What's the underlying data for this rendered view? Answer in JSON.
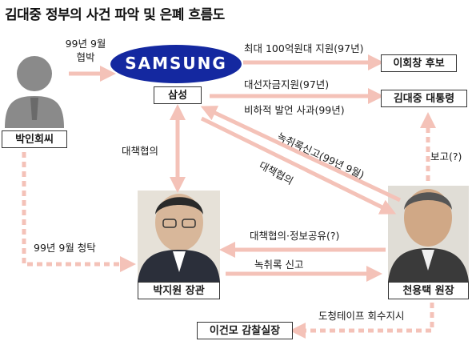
{
  "title": "김대중 정부의 사건 파악 및 은폐 흐름도",
  "nodes": {
    "park_in_hoe": "박인회씨",
    "samsung": "삼성",
    "samsung_logo": "SAMSUNG",
    "lee_hoichang": "이회창 후보",
    "kim_daejung": "김대중 대통령",
    "park_jiwon": "박지원 장관",
    "cheon_yongtaek": "천용택 원장",
    "lee_gunmo": "이건모 감찰실장"
  },
  "edges": {
    "threat_date": "99년 9월",
    "threat": "협박",
    "fund_lee": "최대 100억원대 지원(97년)",
    "fund_kim": "대선자금지원(97년)",
    "apology": "비하적 발언 사과(99년)",
    "consult_samsung_park": "대책협의",
    "report_tape": "녹취록신고(99년 9월)",
    "consult_samsung_cheon": "대책협의",
    "report_president": "보고(?)",
    "request": "99년 9월 청탁",
    "info_share": "대책협의·정보공유(?)",
    "tape_report": "녹취록 신고",
    "order_recover": "도청테이프 회수지시"
  },
  "colors": {
    "arrow": "#f4c2b8",
    "logo_blue": "#1428a0",
    "logo_text": "#ffffff",
    "photo_bg": "#d9d9d9"
  }
}
